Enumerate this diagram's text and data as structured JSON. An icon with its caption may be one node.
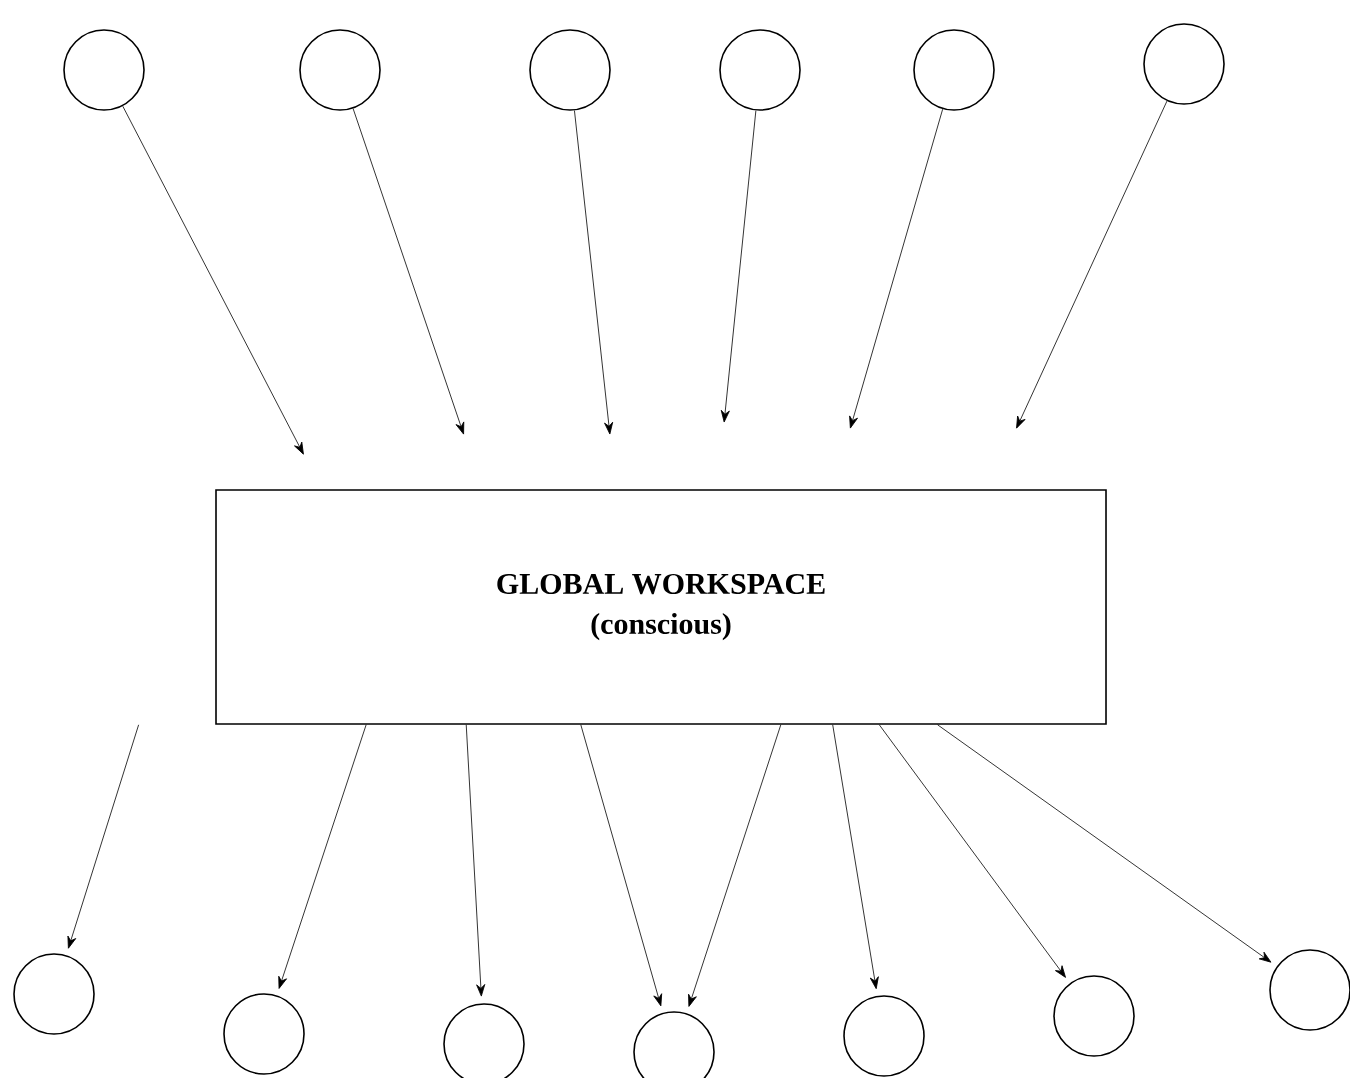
{
  "diagram": {
    "nodes": [
      {
        "text": [],
        "shape": "circle"
      },
      {
        "text": [],
        "shape": "circle"
      },
      {
        "text": [],
        "shape": "circle"
      },
      {
        "text": [],
        "shape": "circle"
      },
      {
        "text": [],
        "shape": "circle"
      },
      {
        "text": [],
        "shape": "circle"
      },
      {
        "text": [
          "GLOBAL WORKSPACE",
          "(conscious)"
        ]
      },
      {
        "text": [],
        "shape": "circle"
      },
      {
        "text": [],
        "shape": "circle"
      },
      {
        "text": [],
        "shape": "circle"
      },
      {
        "text": [],
        "shape": "circle"
      },
      {
        "text": [],
        "shape": "circle"
      },
      {
        "text": [],
        "shape": "circle"
      },
      {
        "text": [],
        "shape": "circle"
      }
    ],
    "edges": [
      {
        "from": 0,
        "to": 6,
        "arrow": "to"
      },
      {
        "from": 1,
        "to": 6,
        "arrow": "to"
      },
      {
        "from": 2,
        "to": 6,
        "arrow": "to"
      },
      {
        "from": 3,
        "to": 6,
        "arrow": "to"
      },
      {
        "from": 4,
        "to": 6,
        "arrow": "to"
      },
      {
        "from": 5,
        "to": 6,
        "arrow": "to"
      },
      {
        "from": 6,
        "to": 7,
        "arrow": "to"
      },
      {
        "from": 6,
        "to": 8,
        "arrow": "to"
      },
      {
        "from": 6,
        "to": 9,
        "arrow": "to"
      },
      {
        "from": 6,
        "to": 10,
        "arrow": "to"
      },
      {
        "from": 6,
        "to": 10,
        "arrow": "to"
      },
      {
        "from": 6,
        "to": 11,
        "arrow": "to"
      },
      {
        "from": 6,
        "to": 12,
        "arrow": "to"
      },
      {
        "from": 6,
        "to": 13,
        "arrow": "to"
      }
    ]
  }
}
